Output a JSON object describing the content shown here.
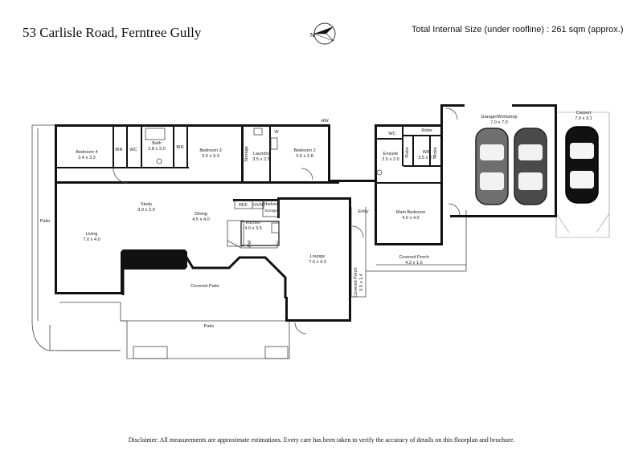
{
  "header": {
    "address": "53 Carlisle Road, Ferntree Gully",
    "internal_size": "Total Internal Size (under roofline) :  261 sqm (approx.)",
    "compass_label": "N"
  },
  "rooms": {
    "bedroom4": {
      "name": "Bedroom 4",
      "dims": "3.4 x 3.3"
    },
    "bir1": {
      "name": "BIR"
    },
    "wc1": {
      "name": "WC"
    },
    "bath": {
      "name": "Bath",
      "dims": "2.8 x 2.0"
    },
    "bir2": {
      "name": "BIR"
    },
    "bedroom3": {
      "name": "Bedroom 3",
      "dims": "3.5 x 3.3"
    },
    "storage1": {
      "name": "Storage"
    },
    "laundry": {
      "name": "Laundry",
      "dims": "3.5 x 2.5"
    },
    "w": {
      "name": "W"
    },
    "hw": {
      "name": "HW"
    },
    "bedroom2": {
      "name": "Bedroom 2",
      "dims": "3.5 x 2.8"
    },
    "wc2": {
      "name": "WC"
    },
    "robe_top": {
      "name": "Robe"
    },
    "ensuite": {
      "name": "Ensuite",
      "dims": "2.5 x 2.0"
    },
    "robe_left": {
      "name": "Robe"
    },
    "wir": {
      "name": "WIR",
      "dims": "3.5 x 2.0"
    },
    "robe_right": {
      "name": "Robe"
    },
    "garage": {
      "name": "Garage/Workshop",
      "dims": "7.0 x 7.0"
    },
    "carport": {
      "name": "Carport",
      "dims": "7.0 x 3.1"
    },
    "study": {
      "name": "Study",
      "dims": "3.0 x 2.0"
    },
    "dining": {
      "name": "Dining",
      "dims": "4.5 x 4.0"
    },
    "ref": {
      "name": "REF."
    },
    "ovn": {
      "name": "OVN"
    },
    "shelves": {
      "name": "Shelves"
    },
    "storage2": {
      "name": "Storage"
    },
    "kitchen": {
      "name": "Kitchen",
      "dims": "4.0 x 3.5"
    },
    "dw": {
      "name": "DW"
    },
    "entry": {
      "name": "Entry"
    },
    "main_bedroom": {
      "name": "Main Bedroom",
      "dims": "4.0 x 4.0"
    },
    "patio_left": {
      "name": "Patio"
    },
    "living": {
      "name": "Living",
      "dims": "7.0 x 4.0"
    },
    "lounge": {
      "name": "Lounge",
      "dims": "7.5 x 4.3"
    },
    "covered_porch_right": {
      "name": "Covered Porch",
      "dims": "4.3 x 1.6"
    },
    "covered_porch_vertical": {
      "name": "Covered Porch",
      "dims": "5.5 x 1.4"
    },
    "covered_patio": {
      "name": "Covered Patio"
    },
    "patio_bottom": {
      "name": "Patio"
    }
  },
  "footer": {
    "disclaimer": "Disclaimer: All measurements are approximate estimations. Every care has been taken to verify the accuracy of details on this floorplan and brochure."
  }
}
